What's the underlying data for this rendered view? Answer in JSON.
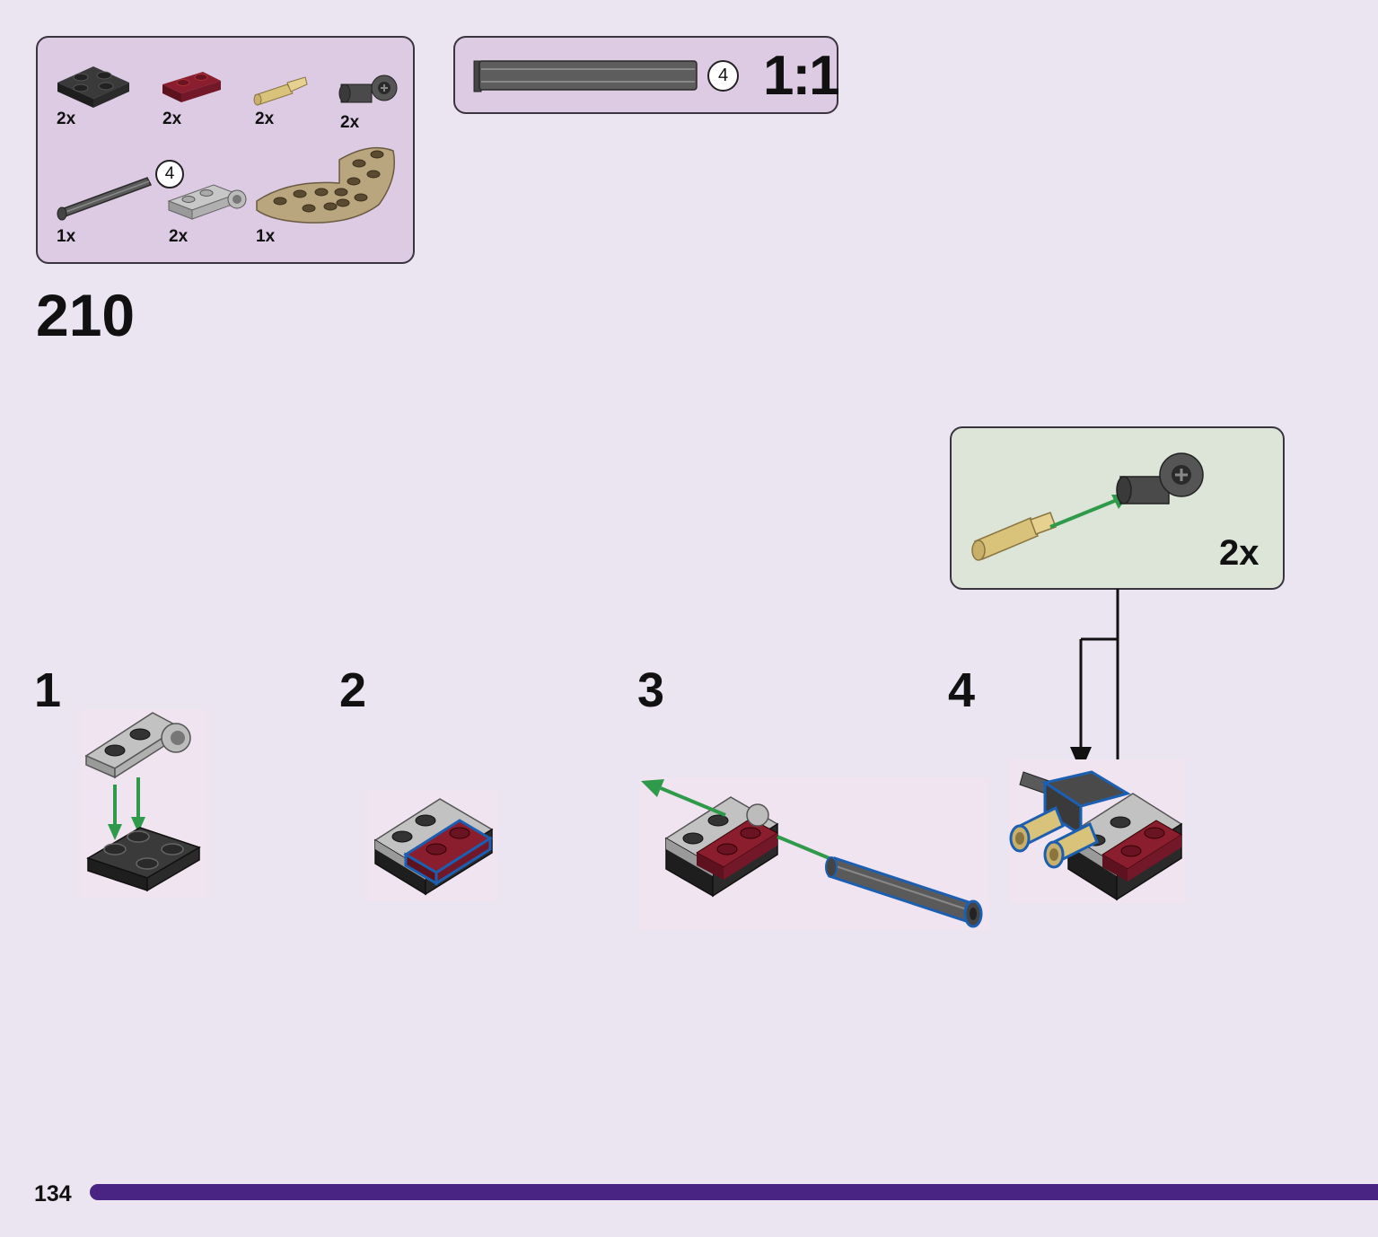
{
  "parts_list": {
    "items": [
      {
        "name": "dark-gray-plate-2x2",
        "quantity": "2x"
      },
      {
        "name": "dark-red-plate-1x2",
        "quantity": "2x"
      },
      {
        "name": "tan-pin",
        "quantity": "2x"
      },
      {
        "name": "dark-gray-connector",
        "quantity": "2x"
      },
      {
        "name": "dark-gray-axle",
        "quantity": "1x",
        "length_badge": "4"
      },
      {
        "name": "light-gray-plate-with-hole",
        "quantity": "2x"
      },
      {
        "name": "tan-round-plate",
        "quantity": "1x"
      }
    ]
  },
  "scale_box": {
    "length_badge": "4",
    "label": "1:1"
  },
  "step": {
    "number": "210"
  },
  "sub_steps": [
    {
      "number": "1"
    },
    {
      "number": "2"
    },
    {
      "number": "3"
    },
    {
      "number": "4"
    }
  ],
  "sub_assembly": {
    "quantity": "2x"
  },
  "colors": {
    "background": "#ebe4f1",
    "panel": "#dccbe3",
    "sub_panel": "#dce5d8",
    "arrow": "#2e9a4a",
    "highlight": "#1c5fb0",
    "page_bar": "#4a2483"
  },
  "footer": {
    "page_number": "134"
  }
}
